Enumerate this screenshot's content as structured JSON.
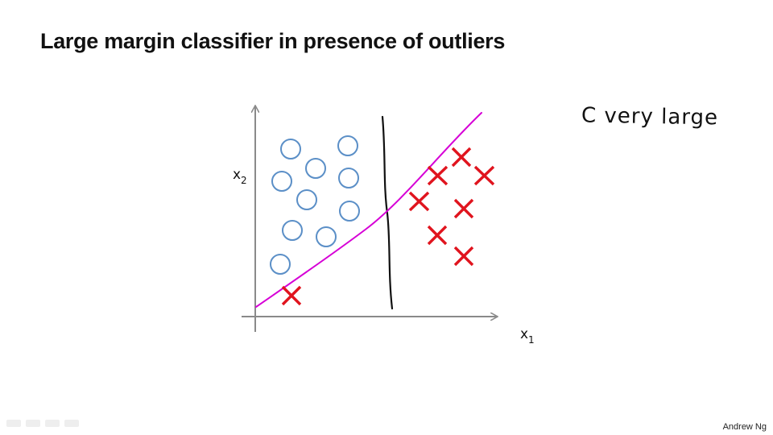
{
  "slide": {
    "title": "Large margin classifier in presence of outliers",
    "annotation": "C  very large",
    "author": "Andrew Ng"
  },
  "axes": {
    "x_label": "x",
    "x_subscript": "1",
    "y_label": "x",
    "y_subscript": "2"
  },
  "colors": {
    "positive_marker": "#e0141e",
    "negative_marker": "#5b8fc7",
    "svm_boundary": "#d600d6",
    "large_margin_boundary": "#111111",
    "axis": "#8a8a8a"
  },
  "legend_icons": {
    "negative_class": "circle-icon",
    "positive_class": "cross-icon"
  },
  "player_controls": [
    "prev-icon",
    "pen-icon",
    "slides-icon",
    "next-icon"
  ]
}
